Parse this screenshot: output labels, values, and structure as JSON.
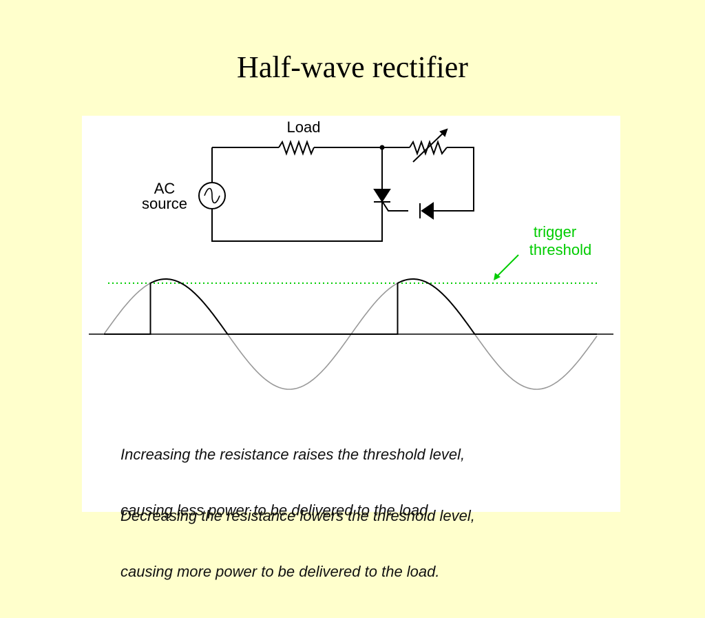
{
  "slide": {
    "title": "Half-wave rectifier"
  },
  "circuit": {
    "load_label": "Load",
    "source_label_line1": "AC",
    "source_label_line2": "source"
  },
  "waveform": {
    "annotation_line1": "trigger",
    "annotation_line2": "threshold"
  },
  "captions": {
    "increase_line1": "Increasing the resistance raises the threshold level,",
    "increase_line2": "causing less power to be delivered to the load.",
    "decrease_line1": "Decreasing the resistance lowers the threshold level,",
    "decrease_line2": "causing more power to be delivered to the load."
  },
  "colors": {
    "background": "#ffffcc",
    "panel": "#ffffff",
    "wire": "#000000",
    "sine": "#999999",
    "threshold": "#00cc00"
  }
}
